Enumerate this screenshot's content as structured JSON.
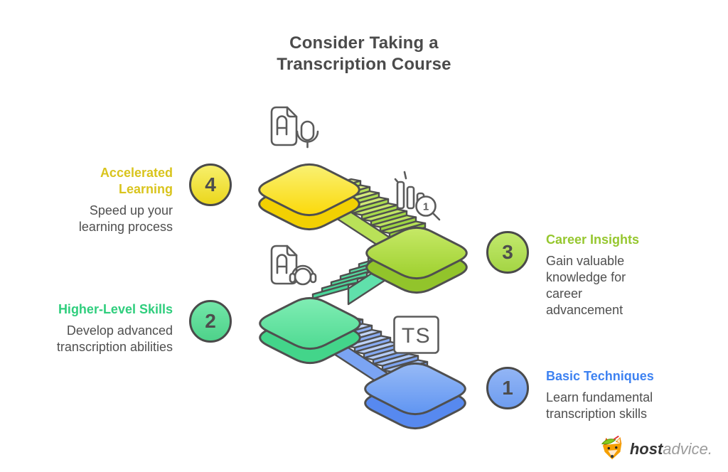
{
  "title": {
    "line1": "Consider Taking a",
    "line2": "Transcription Course"
  },
  "steps": [
    {
      "number": "1",
      "title": "Basic Techniques",
      "description": "Learn fundamental transcription skills",
      "accent_color": "#3E82F1",
      "platform_color": "#6095F2"
    },
    {
      "number": "2",
      "title": "Higher-Level Skills",
      "description": "Develop advanced transcription abilities",
      "accent_color": "#2FCE7D",
      "platform_color": "#4FDA92"
    },
    {
      "number": "3",
      "title": "Career Insights",
      "description": "Gain valuable knowledge for career advancement",
      "accent_color": "#96C72F",
      "platform_color": "#9ED02E"
    },
    {
      "number": "4",
      "title": "Accelerated Learning",
      "description": "Speed up your learning process",
      "accent_color": "#D9C41D",
      "platform_color": "#FBD90A"
    }
  ],
  "icons": {
    "step4_platform": "document-mic-icon",
    "step3_platform": "chart-magnifier-icon",
    "step2_platform": "document-headphones-icon",
    "step1_platform": "ts-square-icon",
    "ts_label": "TS",
    "magnifier_label": "1"
  },
  "logo": {
    "brand_bold": "host",
    "brand_light": "advice."
  }
}
